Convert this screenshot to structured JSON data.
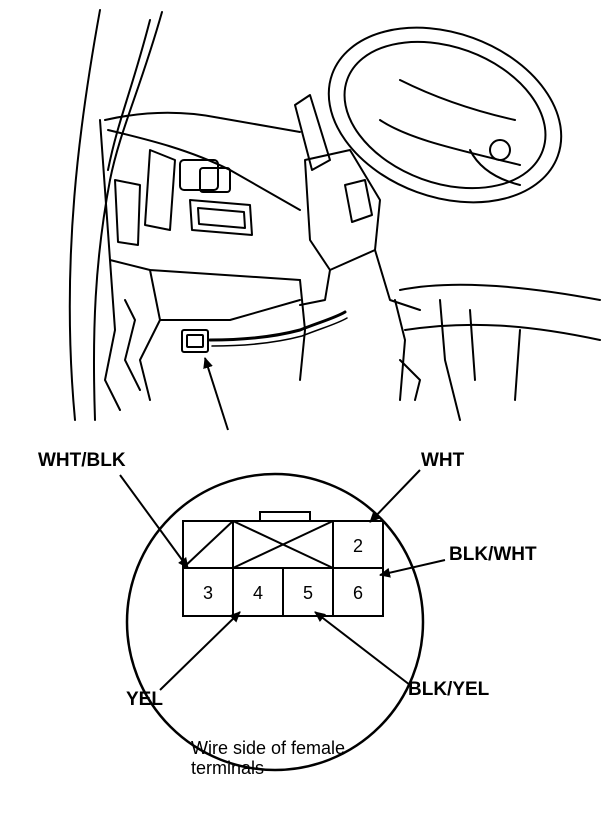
{
  "labels": {
    "wht_blk": "WHT/BLK",
    "wht": "WHT",
    "blk_wht": "BLK/WHT",
    "yel": "YEL",
    "blk_yel": "BLK/YEL"
  },
  "terminals": {
    "t2": "2",
    "t3": "3",
    "t4": "4",
    "t5": "5",
    "t6": "6"
  },
  "caption": {
    "line1": "Wire side of female",
    "line2": "terminals"
  }
}
